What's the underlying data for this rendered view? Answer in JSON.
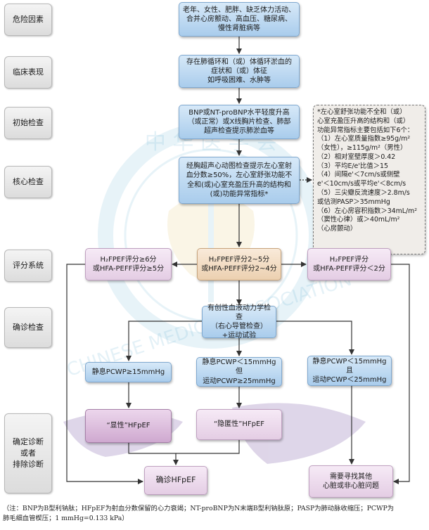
{
  "labels": {
    "risk": "危险因素",
    "clinical": "临床表现",
    "initial": "初始检查",
    "core": "核心检查",
    "score": "评分系统",
    "confirm": "确诊检查",
    "final": "确定诊断\n或者\n排除诊断"
  },
  "nodes": {
    "risk": "老年、女性、肥胖、缺乏体力活动、\n合并心房颤动、高血压、糖尿病、\n慢性肾脏病等",
    "clinical": "存在肺循环和（或）体循环淤血的\n症状和（或）体征\n如呼吸困难、水肿等",
    "initial": "BNP或NT-proBNP水平轻度升高\n（或正常）或X线胸片检查、肺部\n超声检查提示肺淤血等",
    "core": "经胸超声心动图检查提示左心室射\n血分数≥50%，左心室舒张功能不\n全和(或)心室充盈压升高的结构和\n(或)功能异常指标*",
    "score_high": "H₂FPEF评分≥6分\n或HFA-PEFF评分≥5分",
    "score_mid": "H₂FPEF评分2~5分\n或HFA-PEFF评分2~4分",
    "score_low": "H₂FPEF评分\n或HFA-PEFF评分＜2分",
    "invasive": "有创性血液动力学检查\n（右心导管检查）\n+运动试验",
    "pcwp_high": "静息PCWP≥15mmHg",
    "pcwp_mid": "静息PCWP＜15mmHg\n但\n运动PCWP≥25mmHg",
    "pcwp_low": "静息PCWP＜15mmHg\n且\n运动PCWP＜25mmHg",
    "overt": "“显性”HFpEF",
    "occult": "“隐匿性”HFpEF",
    "confirmed": "确诊HFpEF",
    "other": "需要寻找其他\n心脏或非心脏问题"
  },
  "note": "*左心室舒张功能不全和（或）\n心室充盈压升高的结构和（或）\n功能异常指标主要包括如下6个：\n（1）左心室质量指数≥95g/m²\n（女性），≥115g/m²（男性）\n（2）相对室壁厚度＞0.42\n（3）平均E/e'比值＞15\n（4）间隔e'＜7cm/s或侧壁\ne'＜10cm/s或平均e'＜8cm/s\n（5）三尖瓣反流速度＞2.8m/s\n或估测PASP＞35mmHg\n（6）左心房容积指数＞34mL/m²\n（窦性心律）或＞40mL/m²\n（心房颤动）",
  "footnote": "（注：BNP为B型利钠肽；HFpEF为射血分数保留的心力衰竭；NT-proBNP为N末端B型利钠肽原；PASP为肺动脉收缩压；PCWP为\n肺毛细血管楔压；1 mmHg=0.133 kPa）",
  "watermark": {
    "text_top": "中 华 医 学 会",
    "text_arc": "CHINESE MEDICAL ASSOCIATION"
  },
  "colors": {
    "blue": "#a9ccec",
    "peach": "#ecd0b0",
    "pink": "#e4cde4",
    "purple": "#cfa9d0",
    "line": "#333333"
  }
}
